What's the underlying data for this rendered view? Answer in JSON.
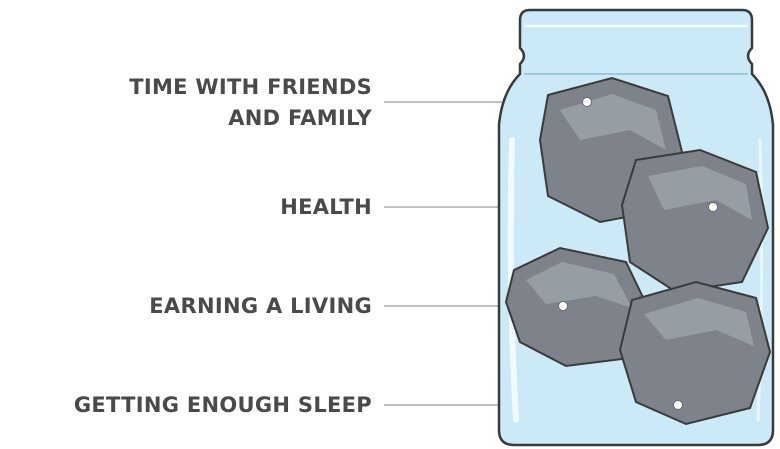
{
  "labels": [
    {
      "lines": [
        "TIME WITH FRIENDS",
        "AND FAMILY"
      ]
    },
    {
      "lines": [
        "HEALTH"
      ]
    },
    {
      "lines": [
        "EARNING A LIVING"
      ]
    },
    {
      "lines": [
        "GETTING ENOUGH SLEEP"
      ]
    }
  ],
  "colors": {
    "text": "#4a4a4a",
    "leader_line": "#9a9a9a",
    "jar_fill": "#c8e8f5",
    "jar_outline": "#3a3a3a",
    "rock": "#7e838b",
    "rock_highlight": "#a3a8b0"
  }
}
